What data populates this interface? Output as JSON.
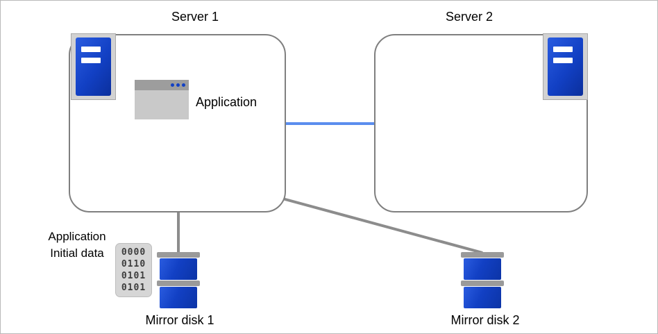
{
  "server1": {
    "title": "Server 1"
  },
  "server2": {
    "title": "Server 2"
  },
  "application": {
    "label": "Application"
  },
  "initial_data": {
    "line1": "Application",
    "line2": "Initial data",
    "binary_rows": [
      "0000",
      "0110",
      "0101",
      "0101"
    ]
  },
  "mirror_disk1": {
    "label": "Mirror disk 1"
  },
  "mirror_disk2": {
    "label": "Mirror disk 2"
  },
  "colors": {
    "server_blue": "#1240c4",
    "box_border_gray": "#7f7f7f",
    "connector_blue": "#5b8dee",
    "line_gray": "#8c8c8c",
    "icon_gray": "#c9c9c9"
  }
}
